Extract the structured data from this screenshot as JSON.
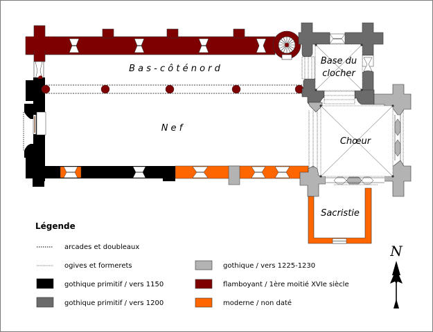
{
  "plan": {
    "rooms": {
      "north_aisle": "B a s - c ô t é   n o r d",
      "nave": "N e f",
      "tower_base_line1": "Base du",
      "tower_base_line2": "clocher",
      "choir": "Chœur",
      "sacristy": "Sacristie"
    }
  },
  "legend": {
    "title": "Légende",
    "items": [
      {
        "key": "dotted-coarse",
        "label": "arcades et doubleaux"
      },
      {
        "key": "dotted-fine",
        "label": "ogives et formerets"
      },
      {
        "key": "swatch",
        "color": "#000000",
        "label": "gothique primitif / vers 1150"
      },
      {
        "key": "swatch",
        "color": "#6b6b6b",
        "label": "gothique primitif / vers 1200"
      },
      {
        "key": "swatch",
        "color": "#b3b3b3",
        "label": "gothique / vers 1225-1230"
      },
      {
        "key": "swatch",
        "color": "#7f0000",
        "label": "flamboyant / 1ère moitié XVIe siècle"
      },
      {
        "key": "swatch",
        "color": "#ff6600",
        "label": "moderne / non daté"
      }
    ]
  },
  "compass": {
    "label": "N"
  },
  "colors": {
    "gothic_1150": "#000000",
    "gothic_1200": "#6b6b6b",
    "gothic_1225": "#b3b3b3",
    "flamboyant": "#7f0000",
    "modern": "#ff6600",
    "outline": "#333333"
  }
}
